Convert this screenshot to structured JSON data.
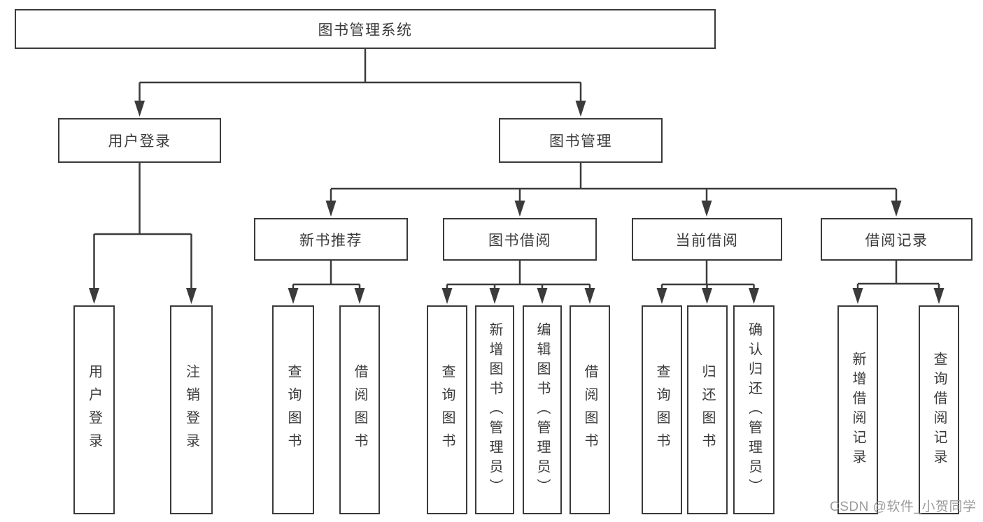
{
  "diagram": {
    "type": "hierarchy-diagram",
    "watermark": "CSDN @软件_小贺同学",
    "colors": {
      "background": "#ffffff",
      "box_border": "#3a3a3a",
      "connector_line": "#3b3b3b",
      "text": "#3a3a3a",
      "watermark_text": "#9b9b9b"
    },
    "tree": {
      "root": "图书管理系统",
      "children": [
        {
          "label": "用户登录",
          "children": [
            "用户登录",
            "注销登录"
          ]
        },
        {
          "label": "图书管理",
          "children": [
            {
              "label": "新书推荐",
              "children": [
                "查询图书",
                "借阅图书"
              ]
            },
            {
              "label": "图书借阅",
              "children": [
                "查询图书",
                "新增图书（管理员）",
                "编辑图书（管理员）",
                "借阅图书"
              ]
            },
            {
              "label": "当前借阅",
              "children": [
                "查询图书",
                "归还图书",
                "确认归还（管理员）"
              ]
            },
            {
              "label": "借阅记录",
              "children": [
                "新增借阅记录",
                "查询借阅记录"
              ]
            }
          ]
        }
      ]
    }
  }
}
